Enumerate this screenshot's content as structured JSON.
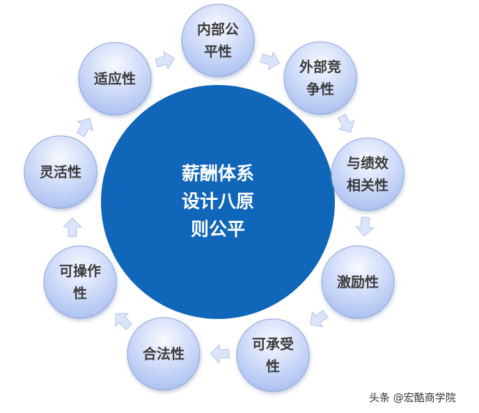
{
  "colors": {
    "center_fill": "#1066b8",
    "node_fill_top": "#f7f9ff",
    "node_fill_bottom": "#adc2f2",
    "node_stroke": "#8fa6d8",
    "arrow_fill": "#dbe4f8",
    "arrow_stroke": "#b4c4e8"
  },
  "center": {
    "lines": [
      "薪酬体系",
      "设计八原",
      "则公平"
    ]
  },
  "nodes": [
    {
      "id": "internal-fairness",
      "lines": [
        "内部公",
        "平性"
      ]
    },
    {
      "id": "external-competitiveness",
      "lines": [
        "外部竞",
        "争性"
      ]
    },
    {
      "id": "performance-link",
      "lines": [
        "与绩效",
        "相关性"
      ]
    },
    {
      "id": "incentive",
      "lines": [
        "激励性"
      ]
    },
    {
      "id": "affordability",
      "lines": [
        "可承受",
        "性"
      ]
    },
    {
      "id": "legality",
      "lines": [
        "合法性"
      ]
    },
    {
      "id": "operability",
      "lines": [
        "可操作",
        "性"
      ]
    },
    {
      "id": "flexibility",
      "lines": [
        "灵活性"
      ]
    },
    {
      "id": "adaptability",
      "lines": [
        "适应性"
      ]
    }
  ],
  "watermark": "头条 @宏酷商学院"
}
